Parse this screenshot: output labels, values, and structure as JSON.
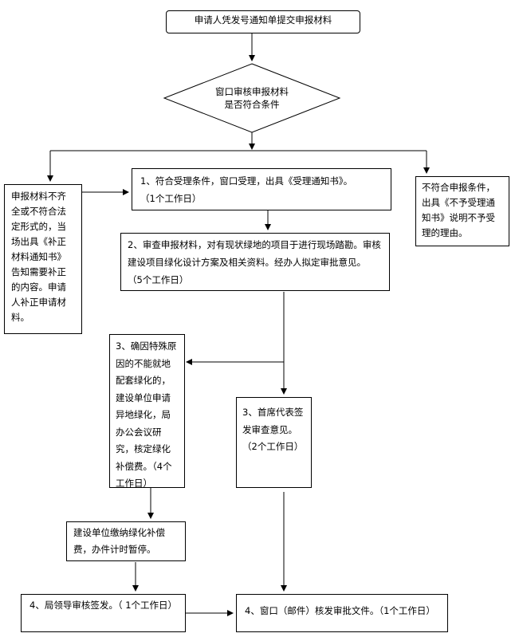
{
  "nodes": {
    "start": "申请人凭发号通知单提交申报材料",
    "check": "窗口审核申报材料\n是否符合条件",
    "accept": "1、符合受理条件，窗口受理，出具《受理通知书》。\n（1个工作日）",
    "incomplete": "申报材料不齐全或不符合法定形式的，当场出具《补正材料通知书》告知需要补正的内容。申请人补正申请材料。",
    "reject": "不符合申报条件，出具《不予受理通知书》说明不予受理的理由。",
    "review": "2、审查申报材料，对有现状绿地的项目于进行现场踏勘。审核建设项目绿化设计方案及相关资料。经办人拟定审批意见。\n（5个工作日）",
    "special": "3、确因特殊原因的不能就地配套绿化的，建设单位申请异地绿化，局办公会议研究，核定绿化补偿费。（4个工作日）",
    "chief": "3、首席代表签发审查意见。\n（2个工作日）",
    "payment": "建设单位缴纳绿化补偿费，办件计时暂停。",
    "leader": "4、局领导审核签发。（ 1个工作日）",
    "issue": "4、窗口（邮件）核发审批文件。（1个工作日）"
  }
}
